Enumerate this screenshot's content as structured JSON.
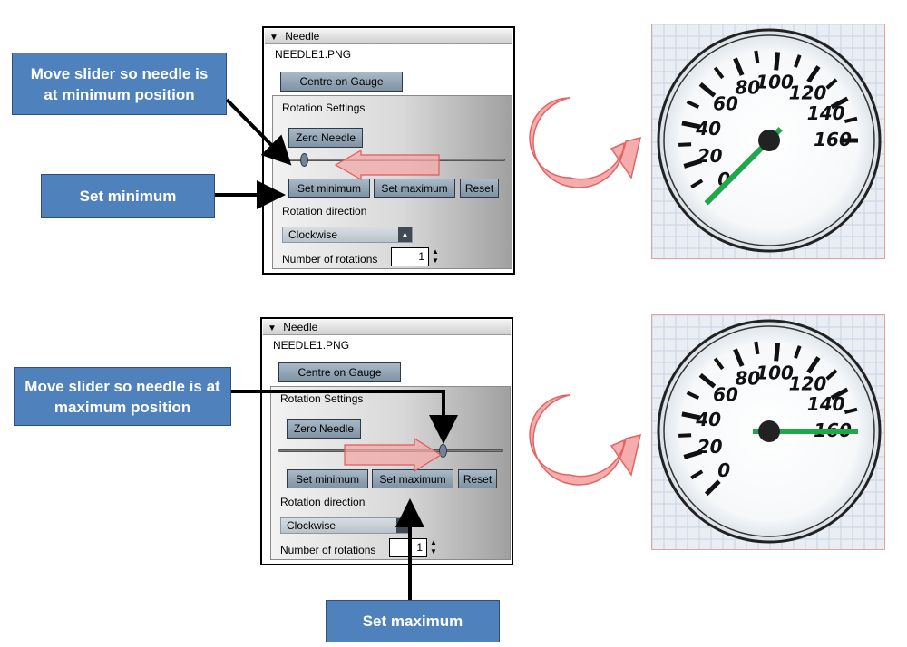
{
  "top_panel": {
    "header": "Needle",
    "file_name": "NEEDLE1.PNG",
    "centre_button": "Centre on Gauge",
    "group_title": "Rotation Settings",
    "zero_button": "Zero Needle",
    "set_min_button": "Set minimum",
    "set_max_button": "Set maximum",
    "reset_button": "Reset",
    "direction_label": "Rotation direction",
    "direction_value": "Clockwise",
    "rotations_label": "Number of rotations",
    "rotations_value": "1",
    "slider_position": 0.1
  },
  "bottom_panel": {
    "header": "Needle",
    "file_name": "NEEDLE1.PNG",
    "centre_button": "Centre on Gauge",
    "group_title": "Rotation Settings",
    "zero_button": "Zero Needle",
    "set_min_button": "Set minimum",
    "set_max_button": "Set maximum",
    "reset_button": "Reset",
    "direction_label": "Rotation direction",
    "direction_value": "Clockwise",
    "rotations_label": "Number of rotations",
    "rotations_value": "1",
    "slider_position": 0.73
  },
  "callouts": {
    "move_min": "Move slider so needle is at minimum position",
    "set_min": "Set minimum",
    "move_max": "Move slider so needle is at maximum position",
    "set_max": "Set maximum"
  },
  "gauge": {
    "labels": [
      "0",
      "20",
      "40",
      "60",
      "80",
      "100",
      "120",
      "140",
      "160"
    ],
    "needle_color": "#1fa84a",
    "top_needle_value": 0,
    "bottom_needle_value": 160
  },
  "colors": {
    "callout_bg": "#4f81bd",
    "button_bg": "#8da0b1",
    "rotate_arrow": "#f3a6a6"
  }
}
